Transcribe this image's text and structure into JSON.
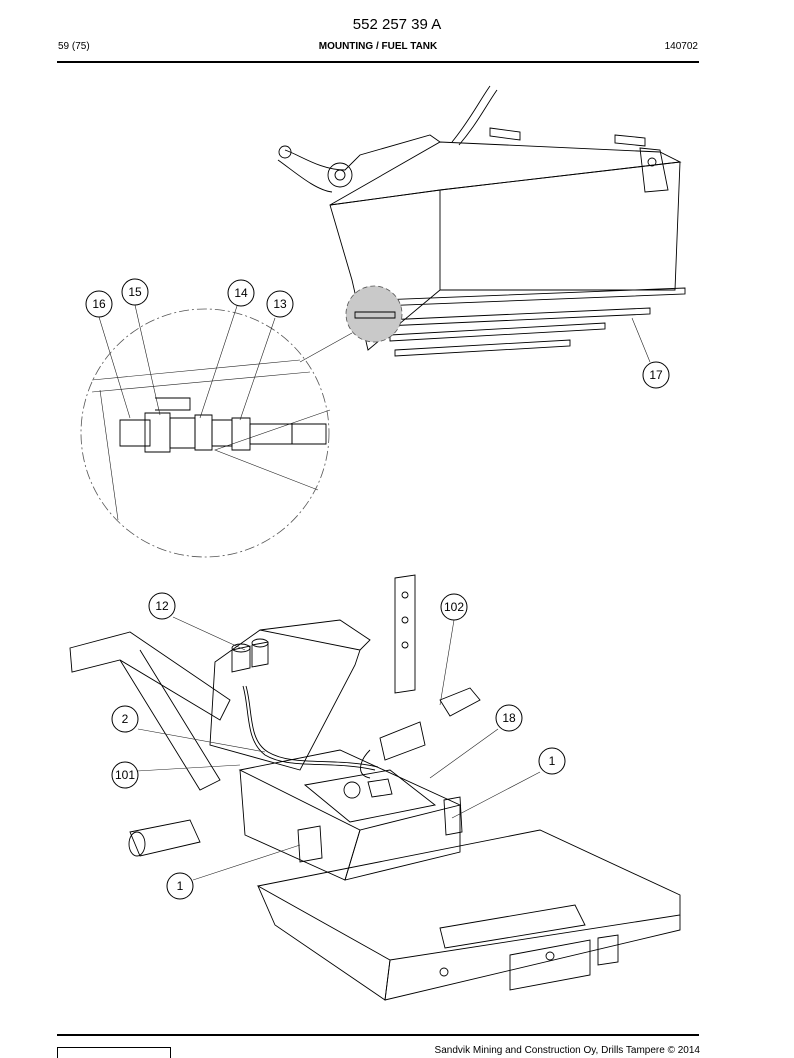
{
  "header": {
    "doc_number": "552 257 39 A",
    "page": "59 (75)",
    "title": "MOUNTING / FUEL TANK",
    "date": "140702"
  },
  "callouts": {
    "c16": "16",
    "c15": "15",
    "c14": "14",
    "c13": "13",
    "c17": "17",
    "c12": "12",
    "c102": "102",
    "c2": "2",
    "c18": "18",
    "c101": "101",
    "c1a": "1",
    "c1b": "1"
  },
  "footer": {
    "copyright": "Sandvik Mining and Construction Oy, Drills Tampere © 2014"
  }
}
